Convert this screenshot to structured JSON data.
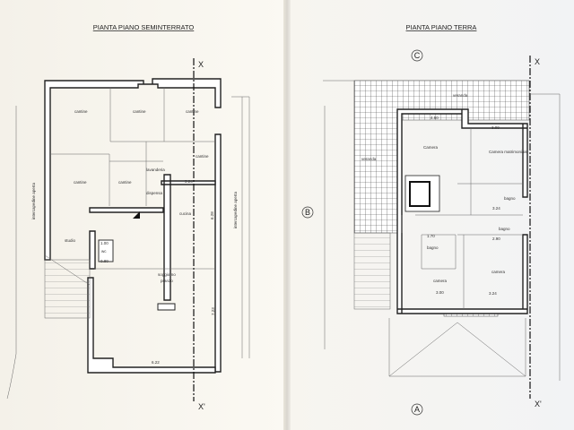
{
  "left_plan": {
    "title": "PIANTA PIANO SEMINTERRATO",
    "section_top": "X",
    "section_bottom": "X'",
    "rooms": [
      "cantine",
      "cantine",
      "cantine",
      "cantine",
      "cantine",
      "cantine",
      "lavanderia",
      "dispensa",
      "cucina",
      "studio",
      "soggiorno",
      "pranzo",
      "wc"
    ],
    "side_labels": [
      "intercapedine aperta",
      "intercapedine aperta"
    ],
    "dimensions": [
      "3.24",
      "6.28",
      "7.23",
      "6.22",
      "1.00",
      "0.80"
    ]
  },
  "right_plan": {
    "title": "PIANTA PIANO TERRA",
    "section_top": "X",
    "section_bottom": "X'",
    "markers": [
      "C",
      "B",
      "A"
    ],
    "rooms": [
      "veranda",
      "veranda",
      "Camera",
      "Camera matrimoniale",
      "bagno",
      "bagno",
      "bagno",
      "camera",
      "camera"
    ],
    "dimensions": [
      "4.50",
      "3.00",
      "3.24",
      "2.90",
      "1.70",
      "3.00",
      "3.24"
    ]
  }
}
